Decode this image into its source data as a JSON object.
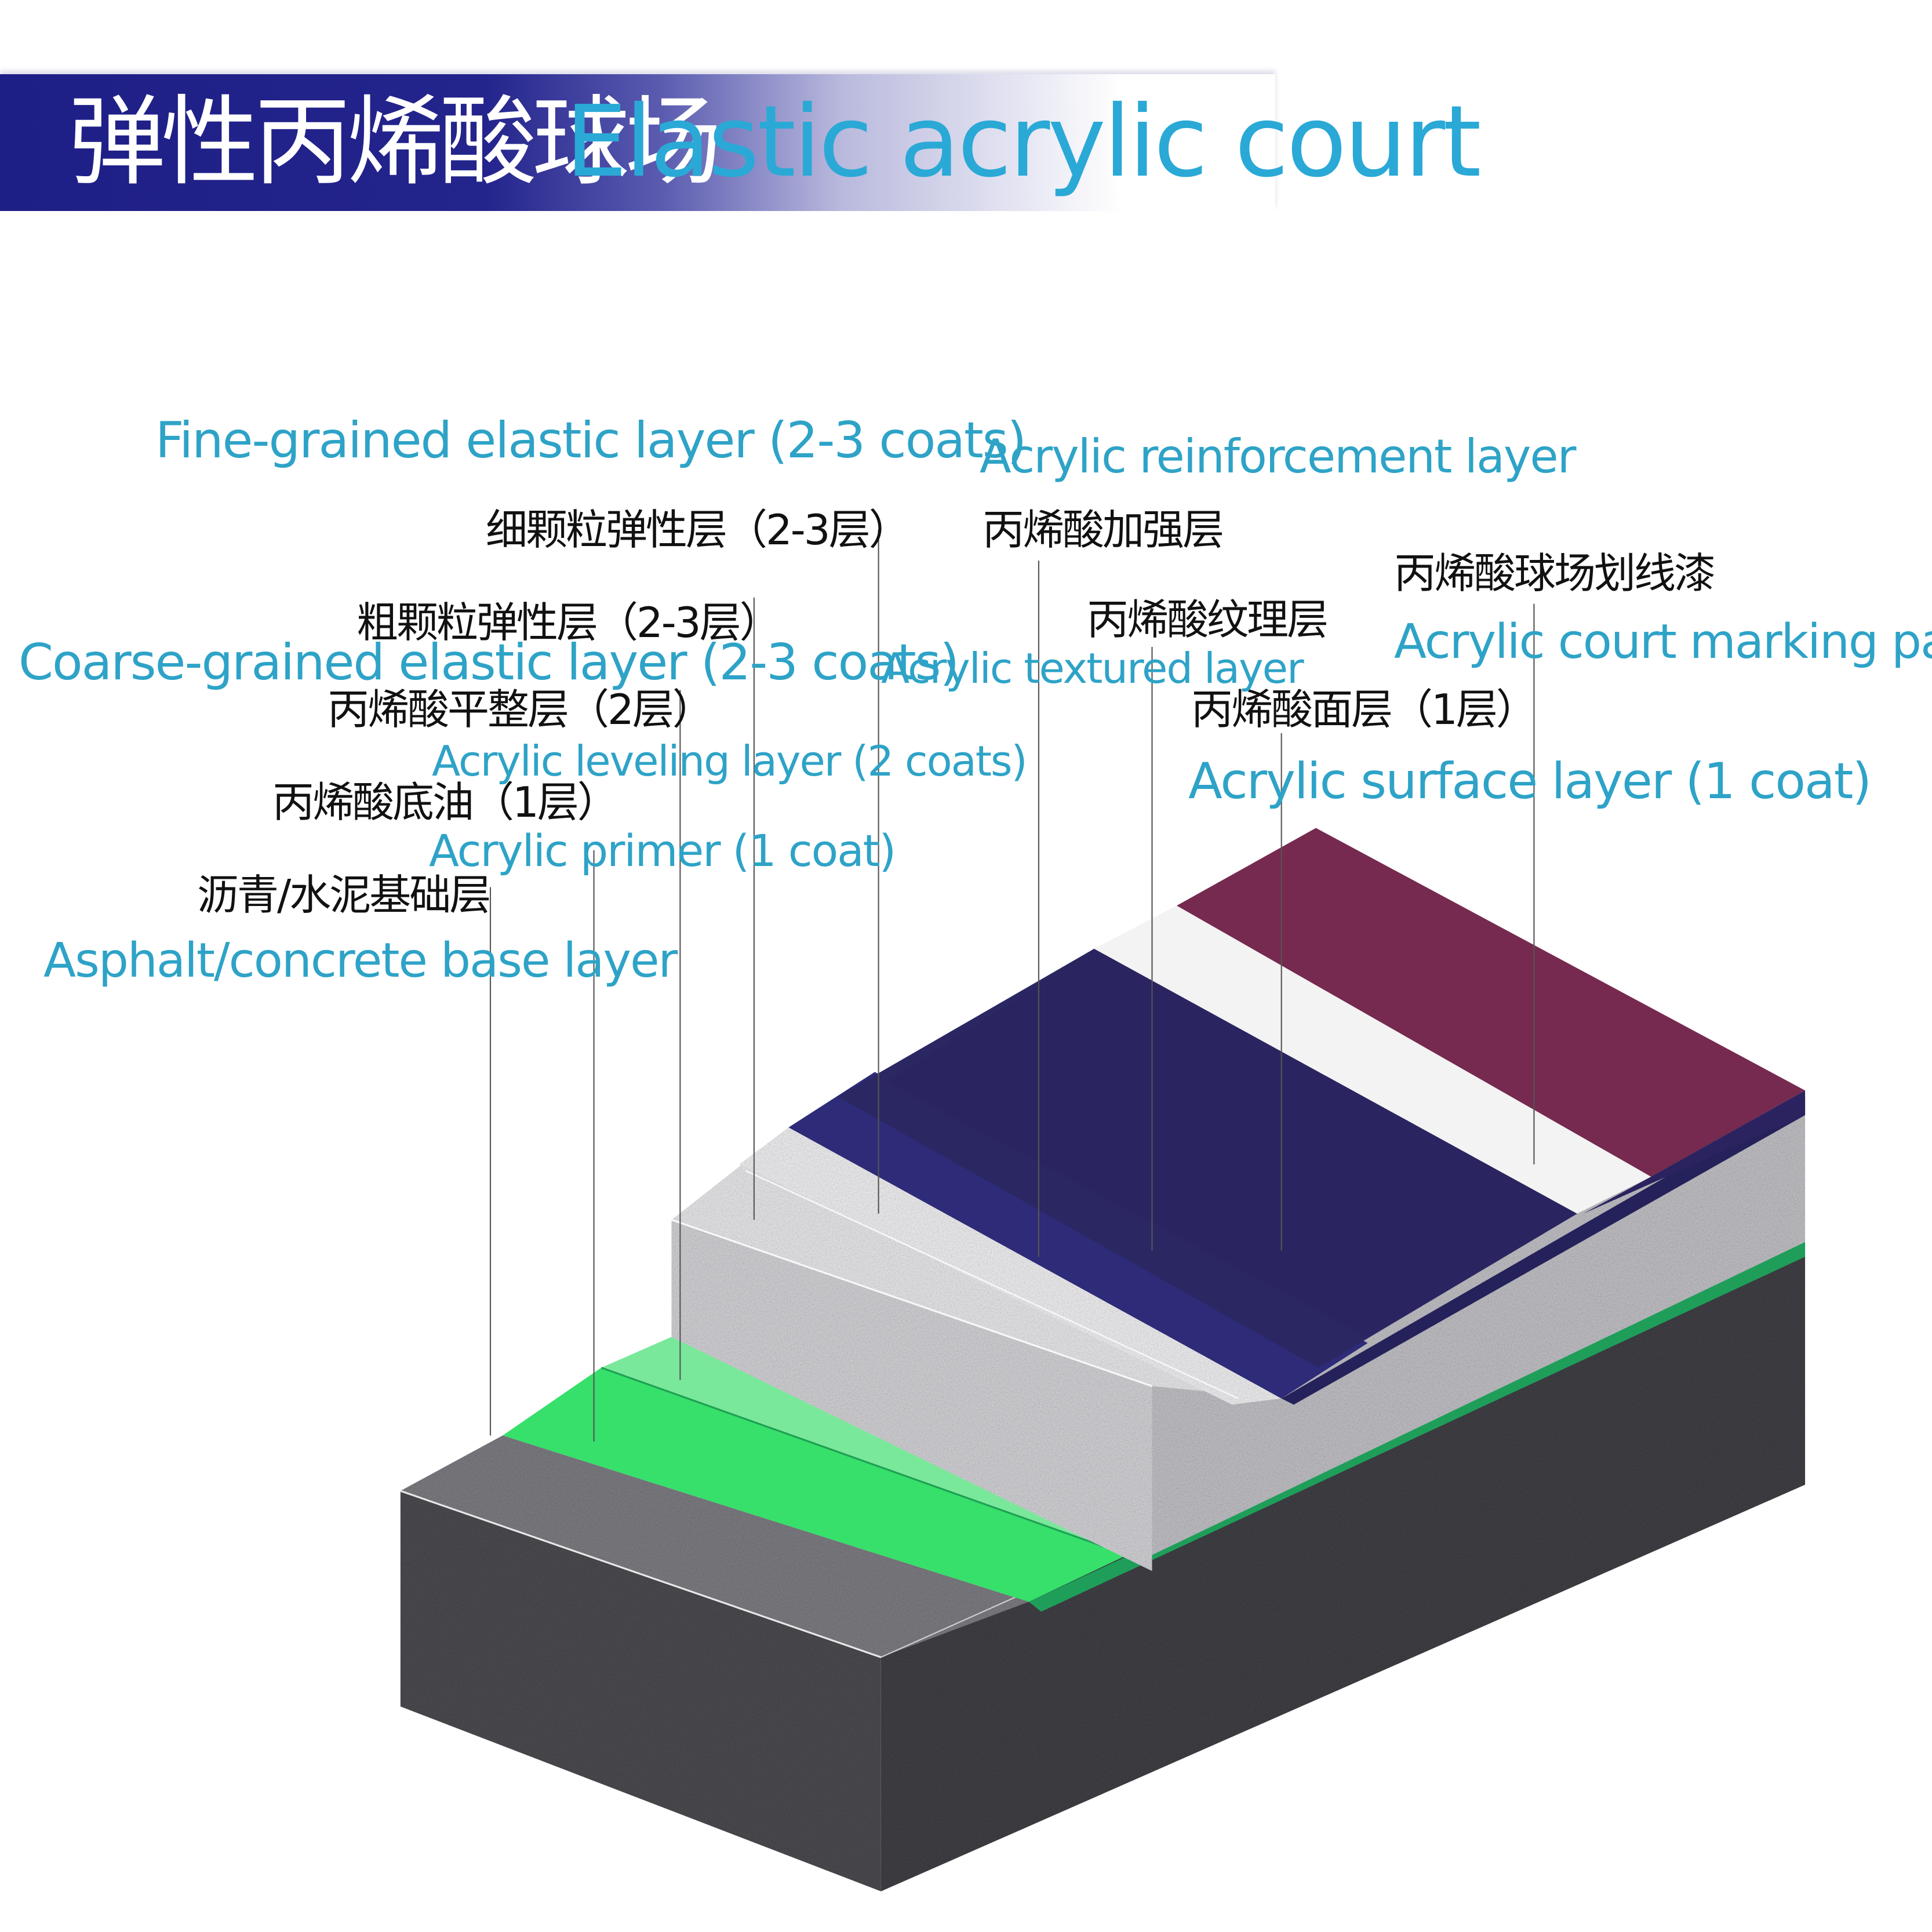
{
  "title": {
    "zh": "弹性丙烯酸球场",
    "en": "Elastic acrylic court",
    "band_color": "#1e1f86",
    "en_color": "#2aa9d6"
  },
  "layers": [
    {
      "id": "base",
      "zh": "沥青/水泥基础层",
      "en": "Asphalt/concrete base layer",
      "color": "#5a5a5e"
    },
    {
      "id": "primer",
      "zh": "丙烯酸底油（1层）",
      "en": "Acrylic primer (1 coat)",
      "color": "#36e06a"
    },
    {
      "id": "leveling",
      "zh": "丙烯酸平整层（2层）",
      "en": "Acrylic leveling layer (2 coats)",
      "color": "#7ae89a"
    },
    {
      "id": "coarse",
      "zh": "粗颗粒弹性层（2-3层）",
      "en": "Coarse-grained elastic layer (2-3 coats)",
      "color": "#c8c8cc"
    },
    {
      "id": "fine",
      "zh": "细颗粒弹性层（2-3层）",
      "en": "Fine-grained elastic layer (2-3 coats)",
      "color": "#e2e2e4"
    },
    {
      "id": "reinforcement",
      "zh": "丙烯酸加强层",
      "en": "Acrylic reinforcement layer",
      "color": "#2c2a6e"
    },
    {
      "id": "textured",
      "zh": "丙烯酸纹理层",
      "en": "Acrylic textured layer",
      "color": "#292560"
    },
    {
      "id": "surface",
      "zh": "丙烯酸面层（1层）",
      "en": "Acrylic surface layer (1 coat)",
      "color": "#28225a"
    },
    {
      "id": "marking",
      "zh": "丙烯酸球场划线漆",
      "en": "Acrylic court marking paint",
      "color": "#f4f4f4"
    }
  ],
  "top_coat_color": "#762a4f",
  "label_colors": {
    "en": "#2ea3c7",
    "zh": "#111111",
    "leader": "#555555"
  }
}
